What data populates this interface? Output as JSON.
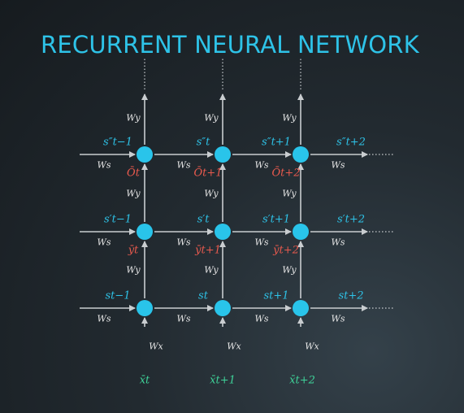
{
  "title": "RECURRENT NEURAL NETWORK",
  "colors": {
    "node": "#29c4ea",
    "arrow": "#c9cdd0",
    "state_label": "#2ec3e8",
    "output_label": "#ea5a4e",
    "input_label": "#3fd49a",
    "weight_label": "#e6e6e6"
  },
  "columns": [
    "t",
    "t+1",
    "t+2"
  ],
  "weights": {
    "vertical": "Wy",
    "horizontal": "Ws",
    "input": "Wx"
  },
  "state_labels": {
    "top": [
      "s″t−1",
      "s″t",
      "s″t+1",
      "s″t+2"
    ],
    "middle": [
      "s′t−1",
      "s′t",
      "s′t+1",
      "s′t+2"
    ],
    "bottom": [
      "st−1",
      "st",
      "st+1",
      "st+2"
    ]
  },
  "output_labels": {
    "top": [
      "Ōt",
      "Ōt+1",
      "Ōt+2"
    ],
    "middle": [
      "ȳt",
      "ȳt+1",
      "ȳt+2"
    ]
  },
  "input_labels": [
    "x̄t",
    "x̄t+1",
    "x̄t+2"
  ]
}
